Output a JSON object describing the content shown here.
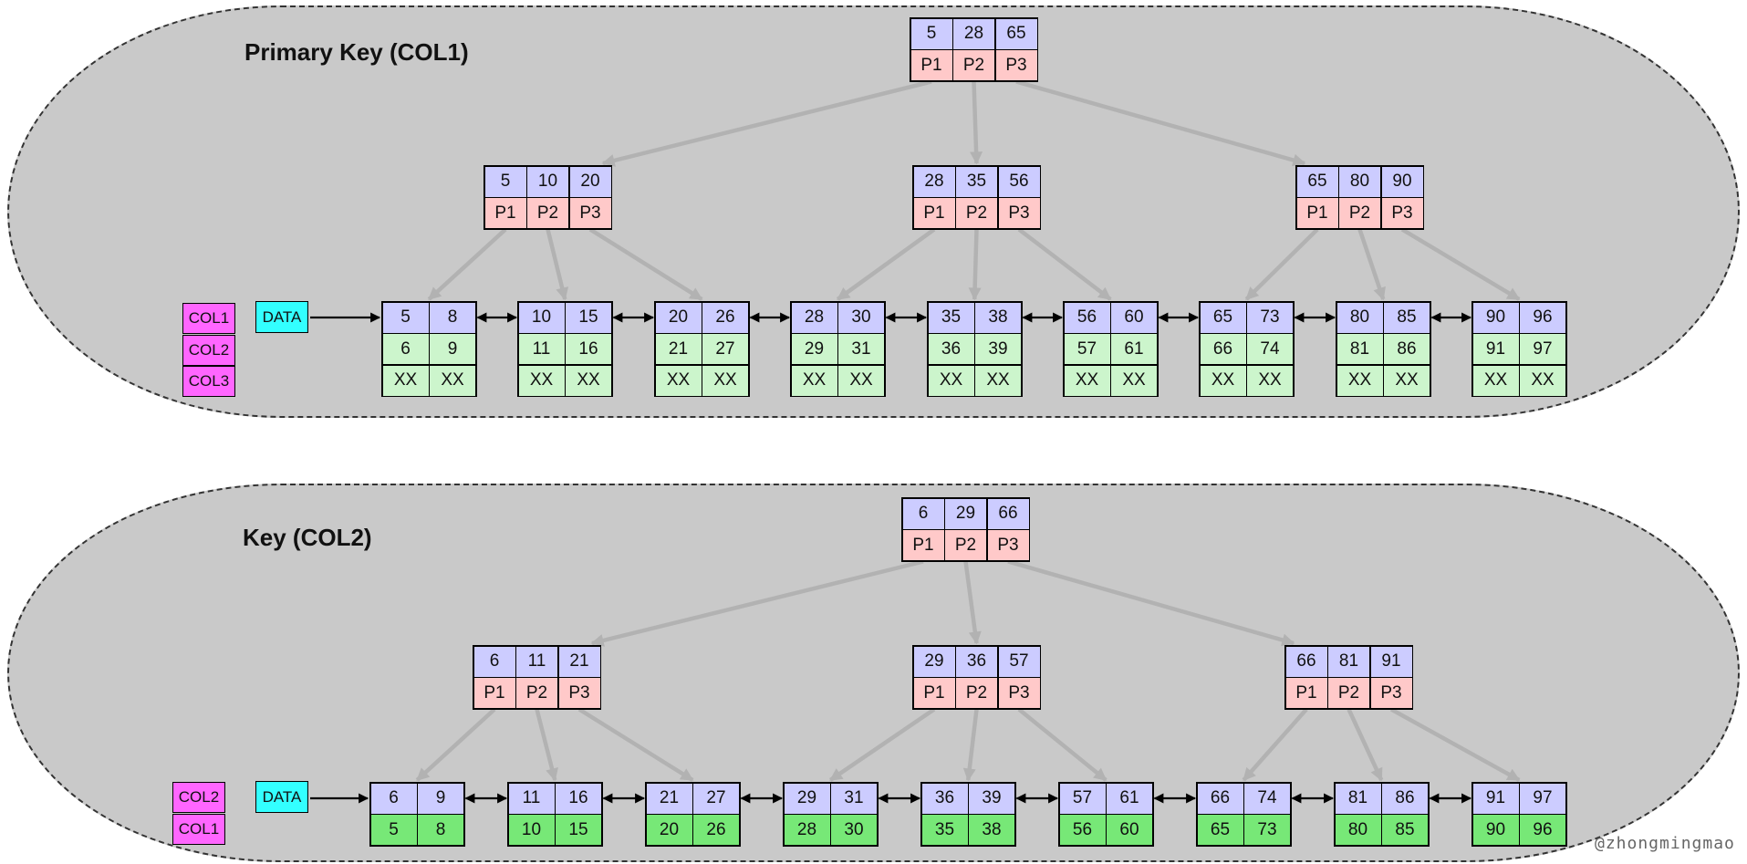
{
  "watermark": "@zhongmingmao",
  "colors": {
    "section_bg": "#c9c9c9",
    "key_cell": "#ccccff",
    "pointer_cell": "#ffc9c9",
    "data_cell_light": "#ccf5cc",
    "data_cell_bright": "#77e877",
    "legend_col": "#ff66ff",
    "legend_data": "#33ffff",
    "tree_arrow": "#b2b2b2",
    "link_arrow": "#000000"
  },
  "diagrams": [
    {
      "id": "primary-key",
      "title": "Primary Key (COL1)",
      "legend": [
        "COL1",
        "COL2",
        "COL3"
      ],
      "data_label": "DATA",
      "root": {
        "keys": [
          "5",
          "28",
          "65"
        ],
        "pointers": [
          "P1",
          "P2",
          "P3"
        ]
      },
      "internals": [
        {
          "keys": [
            "5",
            "10",
            "20"
          ],
          "pointers": [
            "P1",
            "P2",
            "P3"
          ]
        },
        {
          "keys": [
            "28",
            "35",
            "56"
          ],
          "pointers": [
            "P1",
            "P2",
            "P3"
          ]
        },
        {
          "keys": [
            "65",
            "80",
            "90"
          ],
          "pointers": [
            "P1",
            "P2",
            "P3"
          ]
        }
      ],
      "leaf_row_kinds": [
        "key",
        "light",
        "light"
      ],
      "leaves": [
        {
          "rows": [
            [
              "5",
              "8"
            ],
            [
              "6",
              "9"
            ],
            [
              "XX",
              "XX"
            ]
          ]
        },
        {
          "rows": [
            [
              "10",
              "15"
            ],
            [
              "11",
              "16"
            ],
            [
              "XX",
              "XX"
            ]
          ]
        },
        {
          "rows": [
            [
              "20",
              "26"
            ],
            [
              "21",
              "27"
            ],
            [
              "XX",
              "XX"
            ]
          ]
        },
        {
          "rows": [
            [
              "28",
              "30"
            ],
            [
              "29",
              "31"
            ],
            [
              "XX",
              "XX"
            ]
          ]
        },
        {
          "rows": [
            [
              "35",
              "38"
            ],
            [
              "36",
              "39"
            ],
            [
              "XX",
              "XX"
            ]
          ]
        },
        {
          "rows": [
            [
              "56",
              "60"
            ],
            [
              "57",
              "61"
            ],
            [
              "XX",
              "XX"
            ]
          ]
        },
        {
          "rows": [
            [
              "65",
              "73"
            ],
            [
              "66",
              "74"
            ],
            [
              "XX",
              "XX"
            ]
          ]
        },
        {
          "rows": [
            [
              "80",
              "85"
            ],
            [
              "81",
              "86"
            ],
            [
              "XX",
              "XX"
            ]
          ]
        },
        {
          "rows": [
            [
              "90",
              "96"
            ],
            [
              "91",
              "97"
            ],
            [
              "XX",
              "XX"
            ]
          ]
        }
      ]
    },
    {
      "id": "secondary-key",
      "title": "Key (COL2)",
      "legend": [
        "COL2",
        "COL1"
      ],
      "data_label": "DATA",
      "root": {
        "keys": [
          "6",
          "29",
          "66"
        ],
        "pointers": [
          "P1",
          "P2",
          "P3"
        ]
      },
      "internals": [
        {
          "keys": [
            "6",
            "11",
            "21"
          ],
          "pointers": [
            "P1",
            "P2",
            "P3"
          ]
        },
        {
          "keys": [
            "29",
            "36",
            "57"
          ],
          "pointers": [
            "P1",
            "P2",
            "P3"
          ]
        },
        {
          "keys": [
            "66",
            "81",
            "91"
          ],
          "pointers": [
            "P1",
            "P2",
            "P3"
          ]
        }
      ],
      "leaf_row_kinds": [
        "key",
        "bright"
      ],
      "leaves": [
        {
          "rows": [
            [
              "6",
              "9"
            ],
            [
              "5",
              "8"
            ]
          ]
        },
        {
          "rows": [
            [
              "11",
              "16"
            ],
            [
              "10",
              "15"
            ]
          ]
        },
        {
          "rows": [
            [
              "21",
              "27"
            ],
            [
              "20",
              "26"
            ]
          ]
        },
        {
          "rows": [
            [
              "29",
              "31"
            ],
            [
              "28",
              "30"
            ]
          ]
        },
        {
          "rows": [
            [
              "36",
              "39"
            ],
            [
              "35",
              "38"
            ]
          ]
        },
        {
          "rows": [
            [
              "57",
              "61"
            ],
            [
              "56",
              "60"
            ]
          ]
        },
        {
          "rows": [
            [
              "66",
              "74"
            ],
            [
              "65",
              "73"
            ]
          ]
        },
        {
          "rows": [
            [
              "81",
              "86"
            ],
            [
              "80",
              "85"
            ]
          ]
        },
        {
          "rows": [
            [
              "91",
              "97"
            ],
            [
              "90",
              "96"
            ]
          ]
        }
      ]
    }
  ]
}
